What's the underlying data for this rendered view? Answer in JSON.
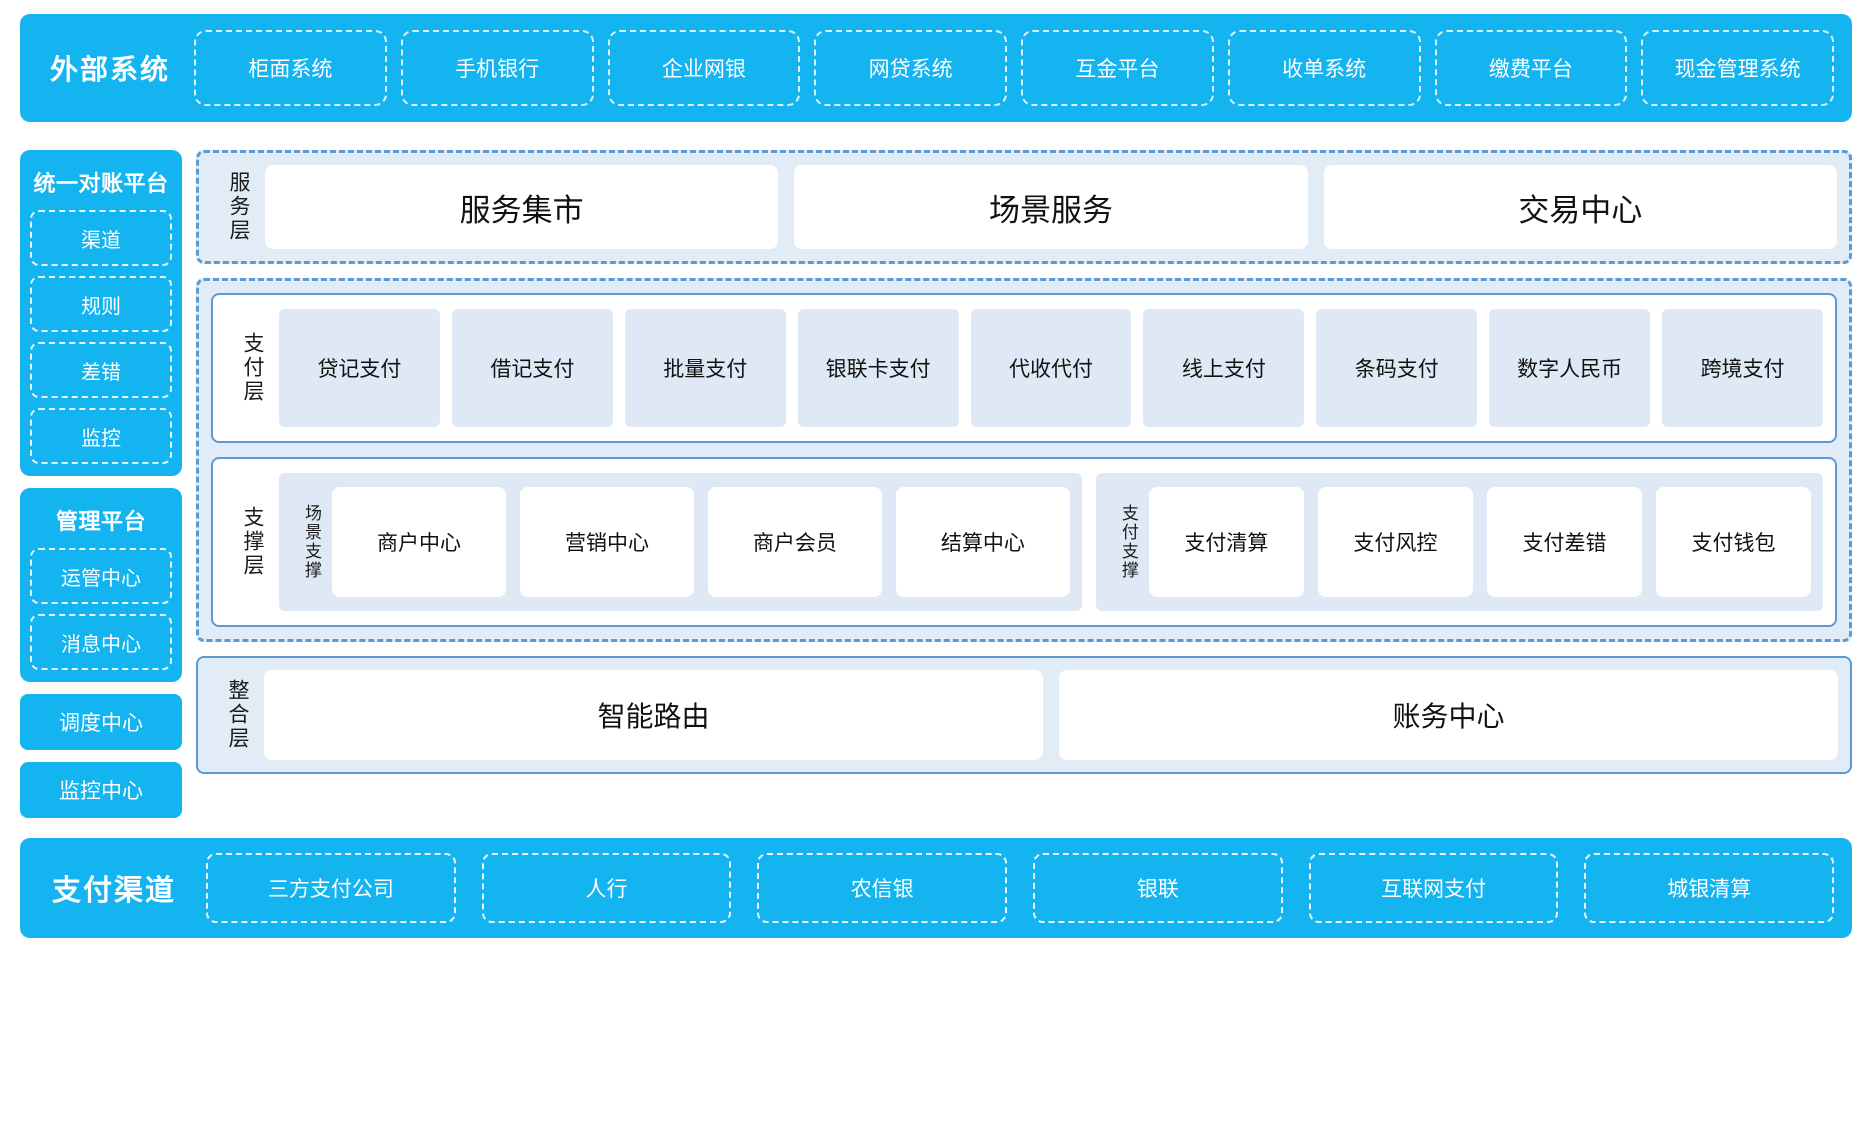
{
  "external_systems": {
    "title": "外部系统",
    "items": [
      {
        "label": "柜面系统"
      },
      {
        "label": "手机银行"
      },
      {
        "label": "企业网银"
      },
      {
        "label": "网贷系统"
      },
      {
        "label": "互金平台"
      },
      {
        "label": "收单系统"
      },
      {
        "label": "缴费平台"
      },
      {
        "label": "现金管理系统"
      }
    ]
  },
  "left_panels": {
    "reconciliation": {
      "title": "统一对账平台",
      "items": [
        {
          "label": "渠道"
        },
        {
          "label": "规则"
        },
        {
          "label": "差错"
        },
        {
          "label": "监控"
        }
      ]
    },
    "management": {
      "title": "管理平台",
      "items": [
        {
          "label": "运管中心"
        },
        {
          "label": "消息中心"
        }
      ]
    },
    "standalone": [
      {
        "label": "调度中心"
      },
      {
        "label": "监控中心"
      }
    ]
  },
  "service_layer": {
    "label": "服务层",
    "cards": [
      {
        "label": "服务集市"
      },
      {
        "label": "场景服务"
      },
      {
        "label": "交易中心"
      }
    ]
  },
  "payment_layer": {
    "label": "支付层",
    "cards": [
      {
        "label": "贷记支付"
      },
      {
        "label": "借记支付"
      },
      {
        "label": "批量支付"
      },
      {
        "label": "银联卡支付"
      },
      {
        "label": "代收代付"
      },
      {
        "label": "线上支付"
      },
      {
        "label": "条码支付"
      },
      {
        "label": "数字人民币"
      },
      {
        "label": "跨境支付"
      }
    ]
  },
  "support_layer": {
    "label": "支撑层",
    "scene_support": {
      "label": "场景支撑",
      "cards": [
        {
          "label": "商户中心"
        },
        {
          "label": "营销中心"
        },
        {
          "label": "商户会员"
        },
        {
          "label": "结算中心"
        }
      ]
    },
    "payment_support": {
      "label": "支付支撑",
      "cards": [
        {
          "label": "支付清算"
        },
        {
          "label": "支付风控"
        },
        {
          "label": "支付差错"
        },
        {
          "label": "支付钱包"
        }
      ]
    }
  },
  "integration_layer": {
    "label": "整合层",
    "cards": [
      {
        "label": "智能路由"
      },
      {
        "label": "账务中心"
      }
    ]
  },
  "payment_channels": {
    "title": "支付渠道",
    "items": [
      {
        "label": "三方支付公司"
      },
      {
        "label": "人行"
      },
      {
        "label": "农信银"
      },
      {
        "label": "银联"
      },
      {
        "label": "互联网支付"
      },
      {
        "label": "城银清算"
      }
    ]
  },
  "colors": {
    "brand_blue": "#14b4f0",
    "panel_blue": "#e2ecf7",
    "card_blue": "#dfe9f5",
    "border_blue": "#5b9bd5"
  }
}
